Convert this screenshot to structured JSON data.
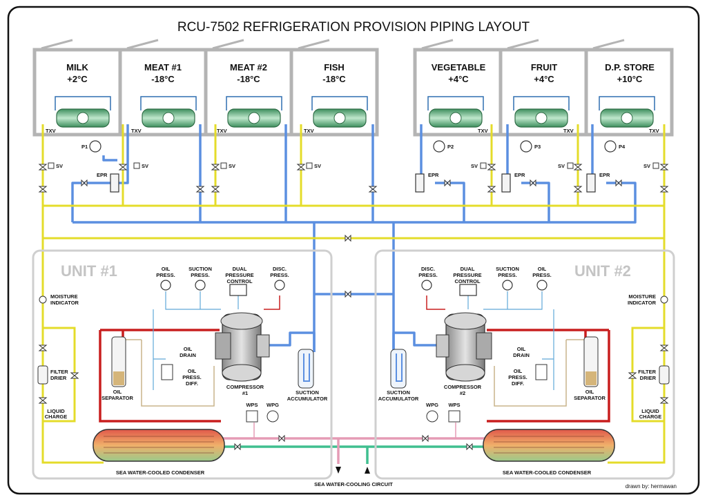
{
  "title": "RCU-7502 REFRIGERATION PROVISION PIPING LAYOUT",
  "rooms": [
    {
      "name": "MILK",
      "temp": "+2°C"
    },
    {
      "name": "MEAT #1",
      "temp": "-18°C"
    },
    {
      "name": "MEAT #2",
      "temp": "-18°C"
    },
    {
      "name": "FISH",
      "temp": "-18°C"
    },
    {
      "name": "VEGETABLE",
      "temp": "+4°C"
    },
    {
      "name": "FRUIT",
      "temp": "+4°C"
    },
    {
      "name": "D.P. STORE",
      "temp": "+10°C"
    }
  ],
  "units": {
    "unit1": "UNIT #1",
    "unit2": "UNIT #2"
  },
  "labels": {
    "txv": "TXV",
    "sv": "SV",
    "epr": "EPR",
    "p1": "P1",
    "p2": "P2",
    "p3": "P3",
    "p4": "P4",
    "oil_press_l1": "OIL",
    "oil_press_l2": "PRESS.",
    "suction_press_l1": "SUCTION",
    "suction_press_l2": "PRESS.",
    "dual_l1": "DUAL",
    "dual_l2": "PRESSURE",
    "dual_l3": "CONTROL",
    "disc_press_l1": "DISC.",
    "disc_press_l2": "PRESS.",
    "moisture_l1": "MOISTURE",
    "moisture_l2": "INDICATOR",
    "filter_l1": "FILTER",
    "filter_l2": "DRIER",
    "liquid_l1": "LIQUID",
    "liquid_l2": "CHARGE",
    "oil_sep_l1": "OIL",
    "oil_sep_l2": "SEPARATOR",
    "oil_drain_l1": "OIL",
    "oil_drain_l2": "DRAIN",
    "oil_diff_l1": "OIL",
    "oil_diff_l2": "PRESS.",
    "oil_diff_l3": "DIFF.",
    "compressor": "COMPRESSOR",
    "comp1": "#1",
    "comp2": "#2",
    "suction_acc_l1": "SUCTION",
    "suction_acc_l2": "ACCUMULATOR",
    "wps": "WPS",
    "wpg": "WPG",
    "condenser": "SEA WATER-COOLED CONDENSER",
    "sea_circuit": "SEA WATER-COOLING CIRCUIT",
    "credit": "drawn by: hermawan"
  },
  "colors": {
    "liquid_line": "#f2ee3a",
    "suction_line": "#5b8fe0",
    "discharge_line": "#c81e1e",
    "sea_water_in": "#3fbf8f",
    "sea_water_out": "#e59bb5",
    "oil_line": "#c8b48a",
    "room_border": "#b4b4b4",
    "unit_border": "#cfcfcf"
  }
}
